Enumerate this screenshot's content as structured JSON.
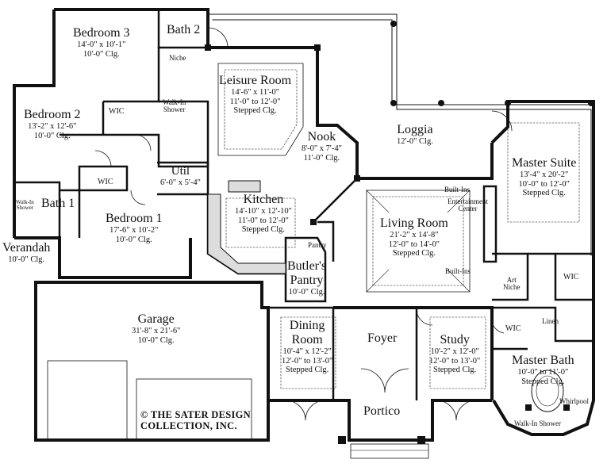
{
  "rooms": {
    "bedroom3": {
      "name": "Bedroom 3",
      "dim": "14'-0\" x 10'-1\"",
      "clg": "10'-0\" Clg."
    },
    "bath2": {
      "name": "Bath 2"
    },
    "bedroom2": {
      "name": "Bedroom 2",
      "dim": "13'-2\" x 12'-6\"",
      "clg": "10'-0\" Clg."
    },
    "bath1": {
      "name": "Bath 1"
    },
    "bedroom1": {
      "name": "Bedroom 1",
      "dim": "17'-6\" x 10'-2\"",
      "clg": "10'-0\" Clg."
    },
    "verandah": {
      "name": "Verandah",
      "clg": "10'-0\" Clg."
    },
    "leisure": {
      "name": "Leisure Room",
      "dim": "14'-6\" x 11'-0\"",
      "clg": "11'-0\" to 12'-0\"",
      "extra": "Stepped Clg."
    },
    "nook": {
      "name": "Nook",
      "dim": "8'-0\" x 7'-4\"",
      "clg": "11'-0\" Clg."
    },
    "loggia": {
      "name": "Loggia",
      "clg": "12'-0\" Clg."
    },
    "util": {
      "name": "Util",
      "dim": "6'-0\" x 5'-4\""
    },
    "kitchen": {
      "name": "Kitchen",
      "dim": "14'-10\" x 12'-10\"",
      "clg": "11'-0\" to 12'-0\"",
      "extra": "Stepped Clg."
    },
    "living": {
      "name": "Living Room",
      "dim": "21'-2\" x 14'-8\"",
      "clg": "12'-0\" to 14'-0\"",
      "extra": "Stepped Clg."
    },
    "master_suite": {
      "name": "Master Suite",
      "dim": "13'-4\" x 20'-2\"",
      "clg": "10'-0\" to 12'-0\"",
      "extra": "Stepped Clg."
    },
    "butlers": {
      "name": "Butler's",
      "name2": "Pantry",
      "clg": "10'-0\" Clg."
    },
    "garage": {
      "name": "Garage",
      "dim": "31'-8\" x 21'-6\"",
      "clg": "10'-0\" Clg."
    },
    "dining": {
      "name": "Dining",
      "name2": "Room",
      "dim": "10'-4\" x 12'-2\"",
      "clg": "12'-0\" to 13'-0\"",
      "extra": "Stepped Clg."
    },
    "foyer": {
      "name": "Foyer"
    },
    "study": {
      "name": "Study",
      "dim": "10'-2\" x 12'-0\"",
      "clg": "12'-0\" to 13'-0\"",
      "extra": "Stepped Clg."
    },
    "master_bath": {
      "name": "Master Bath",
      "dim": "10'-0\" to 11'-0\"",
      "clg": "Stepped Clg."
    },
    "portico": {
      "name": "Portico"
    }
  },
  "small_labels": {
    "niche": "Niche",
    "walkin_shower_a": "Walk-In",
    "walkin_shower_b": "Shower",
    "wic_b2": "WIC",
    "wic_b1": "WIC",
    "wic_master": "WIC",
    "wic_mb": "WIC",
    "walkin_shower_bath1_a": "Walk-In",
    "walkin_shower_bath1_b": "Shower",
    "pantry": "Pantry",
    "built_ins_top": "Built-Ins",
    "entertainment_a": "Entertainment",
    "entertainment_b": "Center",
    "built_ins_bottom": "Built-Ins",
    "art_a": "Art",
    "art_b": "Niche",
    "linen": "Linen",
    "whirlpool": "Whirlpool",
    "walkin_shower_master": "Walk-In Shower"
  },
  "copyright": {
    "line1": "© THE SATER DESIGN",
    "line2": "COLLECTION, INC."
  }
}
